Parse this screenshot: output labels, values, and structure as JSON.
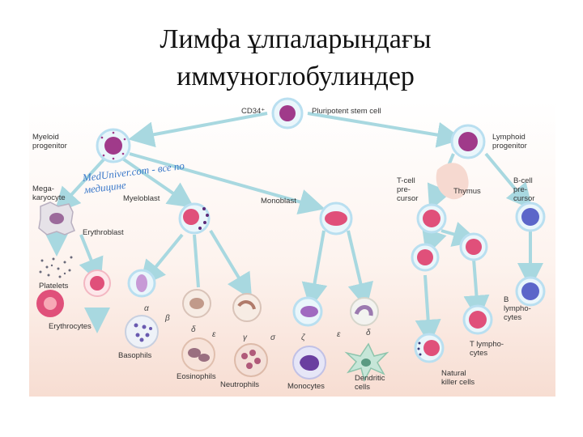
{
  "title": {
    "line1": "Лимфа ұлпаларындағы",
    "line2": "иммуноглобулиндер"
  },
  "labels": {
    "cd34": "CD34⁺",
    "pluripotent": "Pluripotent stem cell",
    "myeloid": "Myeloid\nprogenitor",
    "lymphoid": "Lymphoid\nprogenitor",
    "megakaryocyte": "Mega-\nkaryocyte",
    "myeloblast": "Myeloblast",
    "monoblast": "Monoblast",
    "tcell_precursor": "T-cell\npre-\ncursor",
    "thymus": "Thymus",
    "bcell_precursor": "B-cell\npre-\ncursor",
    "erythroblast": "Erythroblast",
    "platelets": "Platelets",
    "erythrocytes": "Erythrocytes",
    "basophils": "Basophils",
    "eosinophils": "Eosinophils",
    "neutrophils": "Neutrophils",
    "monocytes": "Monocytes",
    "dendritic": "Dendritic\ncells",
    "nk": "Natural\nkiller cells",
    "t_lymphocytes": "T lympho-\ncytes",
    "b_lymphocytes": "B\nlympho-\ncytes"
  },
  "watermark": "MedUniver.com - все по\nмедицине",
  "greek_letters": [
    "α",
    "β",
    "δ",
    "ε",
    "γ",
    "σ",
    "ζ",
    "ε",
    "δ"
  ],
  "colors": {
    "arrow": "#a8d8e0",
    "nucleus_purple": "#a03a8a",
    "nucleus_pink": "#e0507a",
    "cell_ring": "#b9dff0",
    "watermark": "#3a78c9"
  }
}
